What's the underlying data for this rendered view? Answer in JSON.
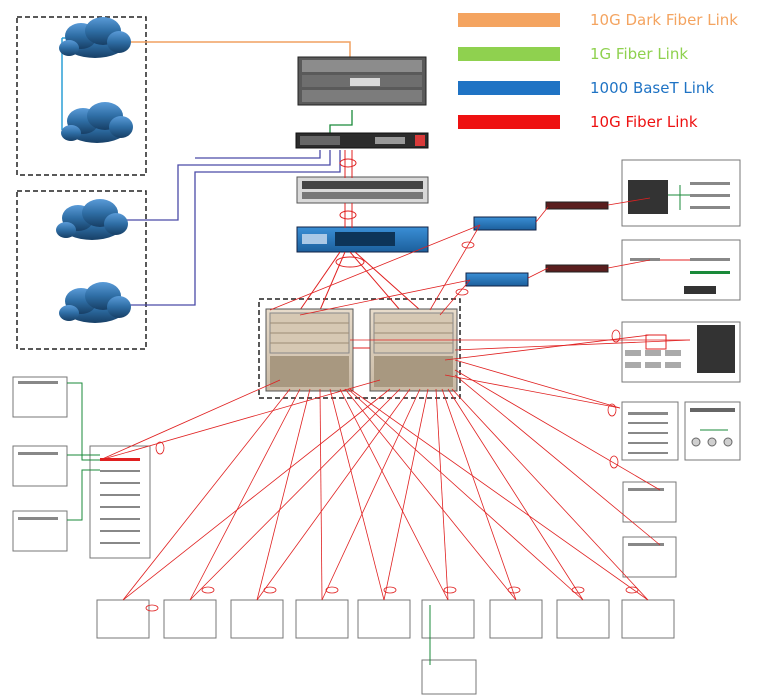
{
  "legend": {
    "items": [
      {
        "label": "10G Dark Fiber Link",
        "color": "#f4a460"
      },
      {
        "label": "1G Fiber Link",
        "color": "#8fd14f"
      },
      {
        "label": "1000 BaseT Link",
        "color": "#1f73c4"
      },
      {
        "label": "10G Fiber Link",
        "color": "#ee1111"
      }
    ]
  },
  "colors": {
    "dark_fiber": "#f4a460",
    "fiber_1g": "#8fd14f",
    "basetee": "#1f73c4",
    "fiber_10g": "#e02020",
    "indigo_link": "#4a4aa8",
    "cloud_fill": "#2e6da4",
    "cloud_dark": "#1d4f7c",
    "frame_border": "#222222",
    "device_border": "#777777"
  },
  "icons": {
    "cloud": "cloud-icon",
    "router": "router-icon",
    "firewall": "firewall-icon",
    "switch": "switch-icon",
    "chassis": "core-chassis-icon",
    "server_box": "server-box-icon"
  }
}
